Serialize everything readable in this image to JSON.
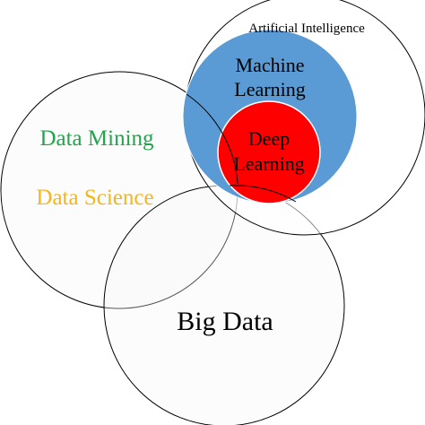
{
  "diagram": {
    "type": "venn",
    "circles": {
      "artificial_intelligence": {
        "label": "Artificial Intelligence",
        "stroke": "#000000",
        "fill": "#ffffff"
      },
      "machine_learning": {
        "label_line1": "Machine",
        "label_line2": "Learning",
        "stroke": "#ffffff",
        "fill": "#5b9bd5"
      },
      "deep_learning": {
        "label_line1": "Deep",
        "label_line2": "Learning",
        "stroke": "#ffffff",
        "fill": "#ff0000"
      },
      "data_science": {
        "label": "Data Science",
        "label_color": "#f5b51b",
        "stroke": "#000000",
        "fill": "#f6f6f6"
      },
      "data_mining": {
        "label": "Data Mining",
        "label_color": "#1fa64a"
      },
      "big_data": {
        "label": "Big Data",
        "stroke": "#000000",
        "fill": "#f6f6f6"
      }
    }
  }
}
